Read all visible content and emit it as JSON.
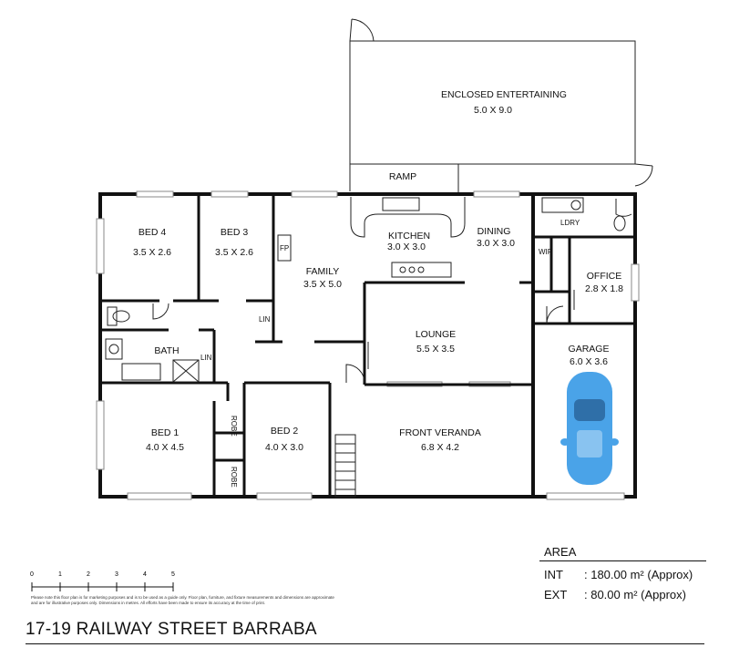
{
  "title": "17-19 RAILWAY STREET BARRABA",
  "area": {
    "heading": "AREA",
    "rows": [
      {
        "label": "INT",
        "value": ": 180.00 m² (Approx)"
      },
      {
        "label": "EXT",
        "value": ":  80.00 m² (Approx)"
      }
    ]
  },
  "scale_ticks": [
    "0",
    "1",
    "2",
    "3",
    "4",
    "5"
  ],
  "disclaimer": "Please note this floor plan is for marketing purposes and is to be used as a guide only. Floor plan, furniture, and fixture measurements and dimensions are approximate and are for illustrative purposes only. Dimensions in metres. All efforts have been made to ensure its accuracy at the time of print.",
  "rooms": {
    "enclosed": {
      "name": "ENCLOSED ENTERTAINING",
      "dim": "5.0 X 9.0"
    },
    "ramp": {
      "name": "RAMP"
    },
    "bed4": {
      "name": "BED 4",
      "dim": "3.5 X 2.6"
    },
    "bed3": {
      "name": "BED 3",
      "dim": "3.5 X 2.6"
    },
    "fp": {
      "name": "FP"
    },
    "family": {
      "name": "FAMILY",
      "dim": "3.5 X 5.0"
    },
    "kitchen": {
      "name": "KITCHEN",
      "dim": "3.0 X 3.0"
    },
    "dining": {
      "name": "DINING",
      "dim": "3.0 X 3.0"
    },
    "ldry": {
      "name": "LDRY"
    },
    "wip": {
      "name": "WIP"
    },
    "office": {
      "name": "OFFICE",
      "dim": "2.8 X 1.8"
    },
    "lin1": {
      "name": "LIN"
    },
    "lin2": {
      "name": "LIN"
    },
    "bath": {
      "name": "BATH"
    },
    "lounge": {
      "name": "LOUNGE",
      "dim": "5.5 X 3.5"
    },
    "garage": {
      "name": "GARAGE",
      "dim": "6.0 X 3.6"
    },
    "bed1": {
      "name": "BED 1",
      "dim": "4.0 X 4.5"
    },
    "robe1": {
      "name": "ROBE"
    },
    "robe2": {
      "name": "ROBE"
    },
    "bed2": {
      "name": "BED 2",
      "dim": "4.0 X 3.0"
    },
    "veranda": {
      "name": "FRONT VERANDA",
      "dim": "6.8 X 4.2"
    }
  },
  "colors": {
    "wall": "#111111",
    "car": "#4aa3e8",
    "car_window": "#2f6fa8"
  }
}
